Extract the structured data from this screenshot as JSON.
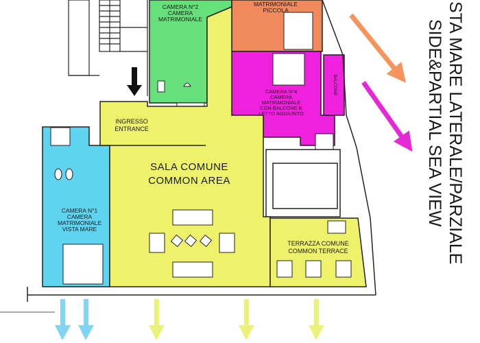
{
  "colors": {
    "room2_green": "#66e07a",
    "room3_orange": "#f08a5d",
    "room4_magenta": "#ee22dd",
    "room1_cyan": "#5ed4f0",
    "common_yellow": "#eef26a",
    "terrace_yellow": "#eef26a",
    "arrow_orange": "#f3955d",
    "arrow_magenta": "#e629d6",
    "arrow_cyan": "#82d4f3",
    "arrow_yellow": "#eaf27a"
  },
  "rooms": {
    "room2": {
      "line1": "CAMERA N°2",
      "line2": "CAMERA",
      "line3": "MATRIMONIALE"
    },
    "room3": {
      "line1": "MATRIMONIALE",
      "line2": "PICCOLA"
    },
    "room4": {
      "line1": "CAMERA N°4",
      "line2": "CAMERA",
      "line3": "MATRIMONIALE",
      "line4": "CON BALCONE E",
      "line5": "LETTO AGGIUNTO"
    },
    "balcony": {
      "label": "BALCONE"
    },
    "entrance": {
      "line1": "INGRESSO",
      "line2": "ENTRANCE"
    },
    "common": {
      "line1": "SALA COMUNE",
      "line2": "COMMON AREA"
    },
    "room1": {
      "line1": "CAMERA N°1",
      "line2": "CAMERA",
      "line3": "MATRIMONIALE",
      "line4": "VISTA MARE"
    },
    "terrace": {
      "line1": "TERRAZZA COMUNE",
      "line2": "COMMON TERRACE"
    }
  },
  "view": {
    "line1": "STA MARE LATERALE/PARZIALE",
    "line2": "SIDE&PARTIAL SEA VIEW"
  }
}
